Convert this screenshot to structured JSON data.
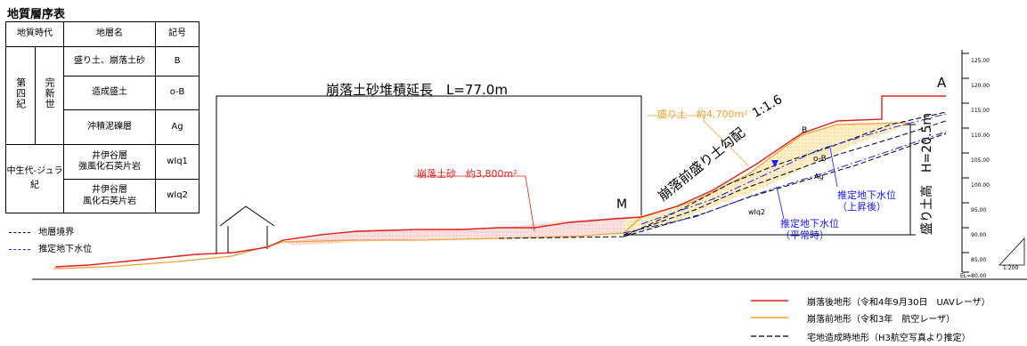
{
  "title": "地質層序表",
  "table": {
    "headers": [
      "地質時代",
      "地層名",
      "記号"
    ],
    "quaternary_label": "第四紀",
    "holocene_label": "完新世",
    "rows": [
      {
        "name": "盛り土、崩落土砂",
        "symbol": "B"
      },
      {
        "name": "造成盛土",
        "symbol": "o-B"
      },
      {
        "name": "沖積泥礫層",
        "symbol": "Ag"
      }
    ],
    "mesozoic_label": "中生代-ジュラ紀",
    "mesozoic_rows": [
      {
        "name": "井伊谷層\n強風化石英片岩",
        "symbol": "wIq1"
      },
      {
        "name": "井伊谷層\n風化石英片岩",
        "symbol": "wIq2"
      }
    ]
  },
  "left_legend": {
    "boundary": "地層境界",
    "groundwater": "推定地下水位"
  },
  "section": {
    "length_label": "崩落土砂堆積延長　L=77.0m",
    "point_a": "A",
    "point_m": "M",
    "collapse_soil": "崩落土砂　約3,800m²",
    "fill_soil": "盛り土　約4,700m²",
    "slope_ratio": "1:1.6",
    "slope_label": "崩落前盛り土勾配",
    "height_label": "盛り土高　H=20.5m",
    "gw_raised": "推定地下水位\n（上昇後）",
    "gw_normal": "推定地下水位\n（平常時）",
    "label_b": "B",
    "label_ob": "o-B",
    "label_ag": "Ag",
    "label_wiq2": "wIq2"
  },
  "scale_ticks": [
    "125.00",
    "120.00",
    "115.00",
    "110.00",
    "105.00",
    "100.00",
    "95.00",
    "90.00",
    "85.00",
    "80.00"
  ],
  "scale_bottom": "EL=80.00",
  "scale_ratio": "1:200",
  "bottom_legend": [
    {
      "label": "崩落後地形（令和4年9月30日　UAVレーザ）",
      "color": "#e02020",
      "style": "solid"
    },
    {
      "label": "崩落前地形（令和3年　航空レーザ）",
      "color": "#f0a030",
      "style": "solid"
    },
    {
      "label": "宅地造成時地形（H3航空写真より推定）",
      "color": "#000000",
      "style": "dashed"
    }
  ]
}
